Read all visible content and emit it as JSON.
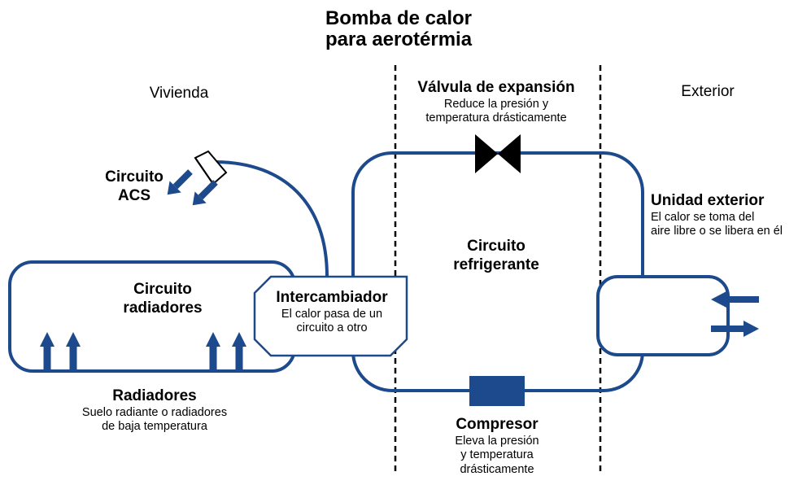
{
  "title": {
    "line1": "Bomba de calor",
    "line2": "para aerotérmia"
  },
  "zones": {
    "vivienda": "Vivienda",
    "exterior": "Exterior"
  },
  "valvula": {
    "title": "Válvula de expansión",
    "desc_line1": "Reduce la presión y",
    "desc_line2": "temperatura drásticamente"
  },
  "circuito_acs": {
    "line1": "Circuito",
    "line2": "ACS"
  },
  "unidad_exterior": {
    "title": "Unidad exterior",
    "desc_line1": "El calor se toma del",
    "desc_line2": "aire libre o se libera en él"
  },
  "circuito_refrigerante": {
    "line1": "Circuito",
    "line2": "refrigerante"
  },
  "circuito_radiadores": {
    "line1": "Circuito",
    "line2": "radiadores"
  },
  "intercambiador": {
    "title": "Intercambiador",
    "desc_line1": "El calor pasa de un",
    "desc_line2": "circuito a otro"
  },
  "radiadores": {
    "title": "Radiadores",
    "desc_line1": "Suelo radiante o radiadores",
    "desc_line2": "de baja temperatura"
  },
  "compresor": {
    "title": "Compresor",
    "desc_line1": "Eleva la presión",
    "desc_line2": "y temperatura",
    "desc_line3": "drásticamente"
  },
  "colors": {
    "pipe": "#1d4a8c",
    "dark": "#000000",
    "background": "#ffffff"
  }
}
